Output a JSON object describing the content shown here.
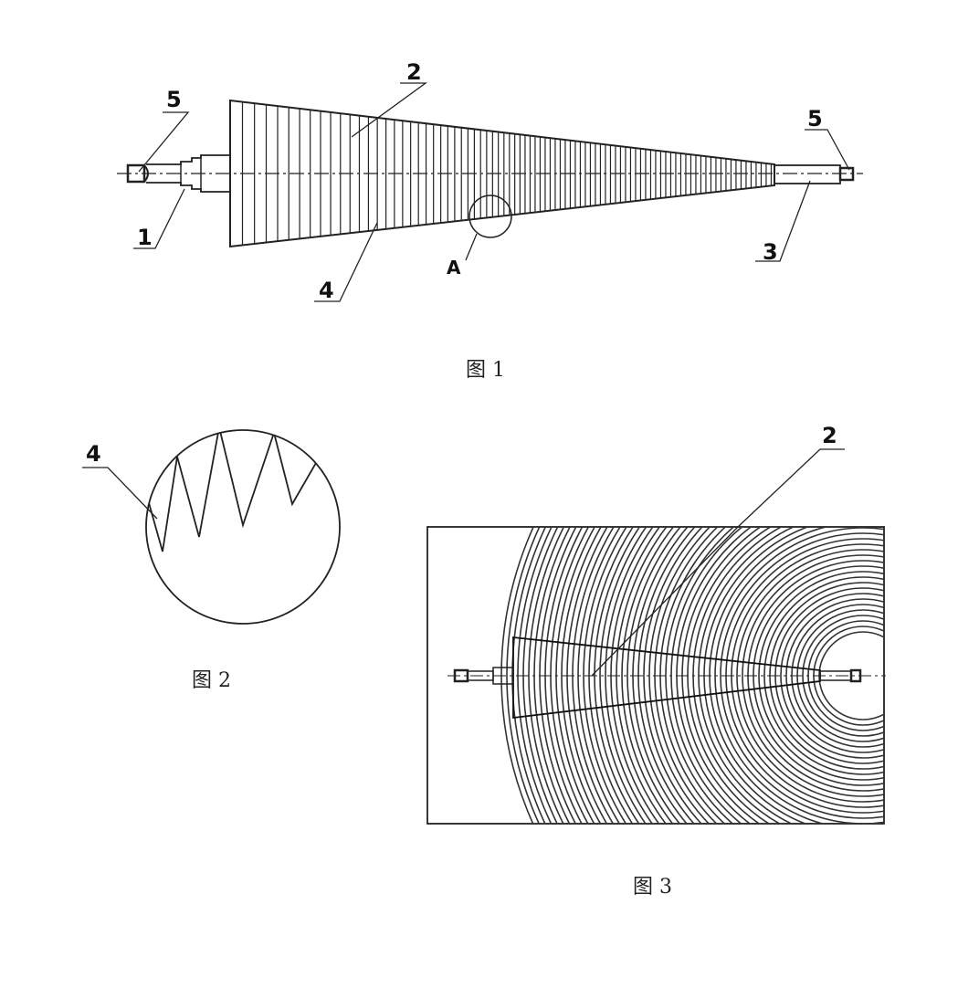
{
  "figures": [
    {
      "caption": "图 1",
      "labels": [
        "5",
        "2",
        "5",
        "1",
        "A",
        "4",
        "3"
      ]
    },
    {
      "caption": "图 2",
      "labels": [
        "4"
      ]
    },
    {
      "caption": "图 3",
      "labels": [
        "2"
      ]
    }
  ],
  "colors": {
    "ink": "#222222",
    "paper": "#ffffff"
  }
}
